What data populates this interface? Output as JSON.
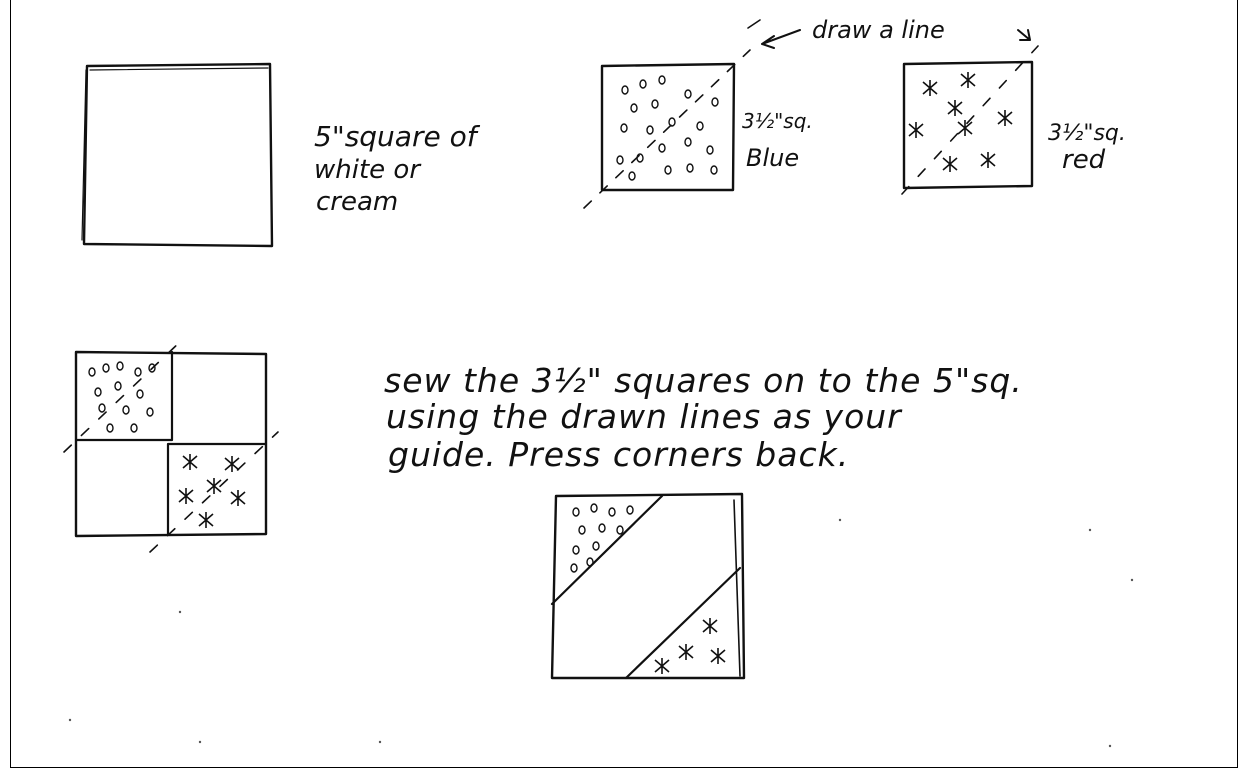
{
  "labels": {
    "draw_line": "draw a line",
    "white_square_line1": "5\"square of",
    "white_square_line2": "white or",
    "white_square_line3": "cream",
    "blue_size": "3½\"sq.",
    "blue_color": "Blue",
    "red_size": "3½\"sq.",
    "red_color": "red",
    "instruction_line1": "sew the 3½\" squares on to the 5\"sq.",
    "instruction_line2": "using the drawn lines as your",
    "instruction_line3": "guide. Press corners back."
  },
  "icons": {
    "dot_pattern": "blue-dot-fabric-icon",
    "star_pattern": "red-star-fabric-icon"
  },
  "colors": {
    "ink": "#111111",
    "paper": "#ffffff"
  }
}
